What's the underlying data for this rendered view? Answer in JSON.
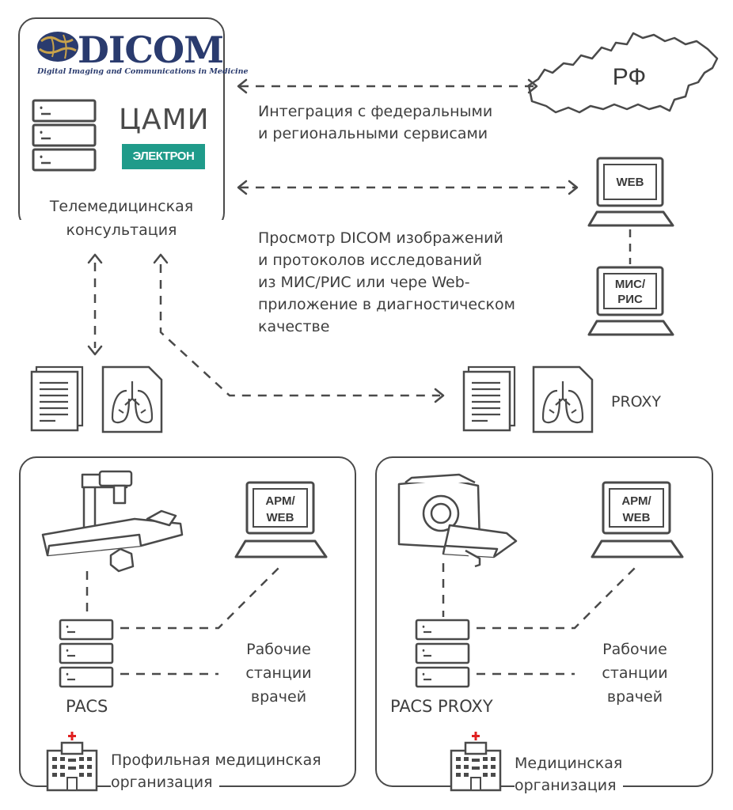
{
  "dicom": {
    "logo_text": "DICOM",
    "tagline": "Digital Imaging and Communications in Medicine"
  },
  "center": {
    "title": "ЦАМИ",
    "elektron_logo": "ЭЛЕКТРОН",
    "label_line1": "Телемедицинская",
    "label_line2": "консультация"
  },
  "federal": {
    "region_label": "РФ",
    "text_line1": "Интеграция с федеральными",
    "text_line2": "и региональными сервисами"
  },
  "web_view": {
    "monitor_web": "WEB",
    "monitor_mis_line1": "МИС/",
    "monitor_mis_line2": "РИС",
    "text_lines": [
      "Просмотр DICOM изображений",
      "и протоколов исследований",
      "из МИС/РИС или чере Web-",
      "приложение в диагностическом",
      "качестве"
    ]
  },
  "proxy_label": "PROXY",
  "left_org": {
    "monitor_line1": "АРМ/",
    "monitor_line2": "WEB",
    "server_label": "PACS",
    "workstations": [
      "Рабочие",
      "станции",
      "врачей"
    ],
    "org_line1": "Профильная медицинская",
    "org_line2": "организация"
  },
  "right_org": {
    "monitor_line1": "АРМ/",
    "monitor_line2": "WEB",
    "server_label": "PACS PROXY",
    "workstations": [
      "Рабочие",
      "станции",
      "врачей"
    ],
    "org_line1": "Медицинская",
    "org_line2": "организация"
  },
  "colors": {
    "stroke": "#4a4a4a",
    "dicom_blue": "#2a3b6e",
    "elektron_green": "#1f9b8a",
    "cross_red": "#e02020"
  }
}
